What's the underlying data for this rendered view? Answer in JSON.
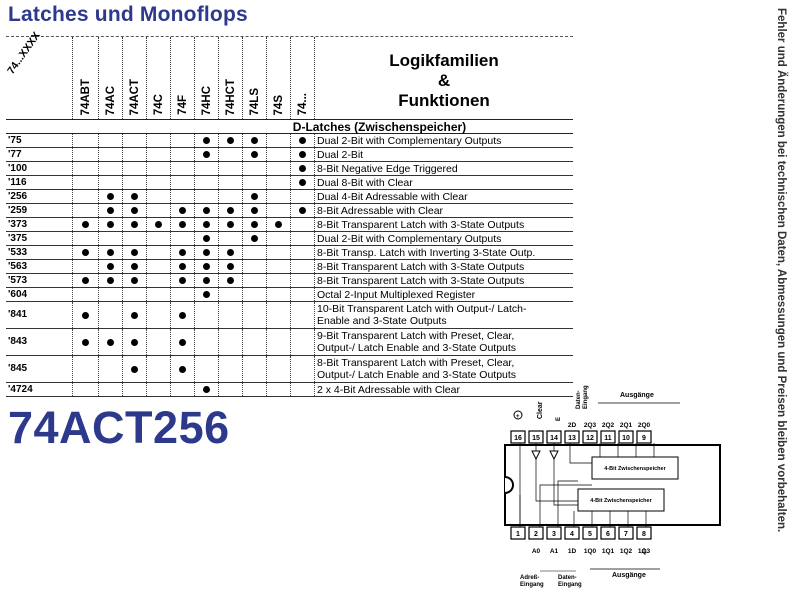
{
  "page_title": "Latches und Monoflops",
  "side_note": "Fehler und Änderungen bei technischen Daten, Abmessungen und Preisen bleiben vorbehalten.",
  "table": {
    "corner_label": "74...XXXX",
    "families": [
      "74ABT",
      "74AC",
      "74ACT",
      "74C",
      "74F",
      "74HC",
      "74HCT",
      "74LS",
      "74S",
      "74..."
    ],
    "function_header": [
      "Logikfamilien",
      "&",
      "Funktionen"
    ],
    "section_title": "D-Latches (Zwischenspeicher)",
    "rows": [
      {
        "part": "'75",
        "dots": [
          0,
          0,
          0,
          0,
          0,
          1,
          1,
          1,
          0,
          1
        ],
        "function": [
          "Dual 2-Bit with Complementary Outputs"
        ]
      },
      {
        "part": "'77",
        "dots": [
          0,
          0,
          0,
          0,
          0,
          1,
          0,
          1,
          0,
          1
        ],
        "function": [
          "Dual 2-Bit"
        ]
      },
      {
        "part": "'100",
        "dots": [
          0,
          0,
          0,
          0,
          0,
          0,
          0,
          0,
          0,
          1
        ],
        "function": [
          "8-Bit Negative Edge Triggered"
        ]
      },
      {
        "part": "'116",
        "dots": [
          0,
          0,
          0,
          0,
          0,
          0,
          0,
          0,
          0,
          1
        ],
        "function": [
          "Dual 8-Bit with Clear"
        ]
      },
      {
        "part": "'256",
        "dots": [
          0,
          1,
          1,
          0,
          0,
          0,
          0,
          1,
          0,
          0
        ],
        "function": [
          "Dual 4-Bit Adressable with Clear"
        ]
      },
      {
        "part": "'259",
        "dots": [
          0,
          1,
          1,
          0,
          1,
          1,
          1,
          1,
          0,
          1
        ],
        "function": [
          "8-Bit Adressable with Clear"
        ]
      },
      {
        "part": "'373",
        "dots": [
          1,
          1,
          1,
          1,
          1,
          1,
          1,
          1,
          1,
          0
        ],
        "function": [
          "8-Bit Transparent Latch with 3-State Outputs"
        ]
      },
      {
        "part": "'375",
        "dots": [
          0,
          0,
          0,
          0,
          0,
          1,
          0,
          1,
          0,
          0
        ],
        "function": [
          "Dual 2-Bit with Complementary Outputs"
        ]
      },
      {
        "part": "'533",
        "dots": [
          1,
          1,
          1,
          0,
          1,
          1,
          1,
          0,
          0,
          0
        ],
        "function": [
          "8-Bit Transp. Latch with Inverting 3-State Outp."
        ]
      },
      {
        "part": "'563",
        "dots": [
          0,
          1,
          1,
          0,
          1,
          1,
          1,
          0,
          0,
          0
        ],
        "function": [
          "8-Bit Transparent Latch with 3-State Outputs"
        ]
      },
      {
        "part": "'573",
        "dots": [
          1,
          1,
          1,
          0,
          1,
          1,
          1,
          0,
          0,
          0
        ],
        "function": [
          "8-Bit Transparent Latch with 3-State Outputs"
        ]
      },
      {
        "part": "'604",
        "dots": [
          0,
          0,
          0,
          0,
          0,
          1,
          0,
          0,
          0,
          0
        ],
        "function": [
          "Octal 2-Input Multiplexed Register"
        ]
      },
      {
        "part": "'841",
        "dots": [
          1,
          0,
          1,
          0,
          1,
          0,
          0,
          0,
          0,
          0
        ],
        "function": [
          "10-Bit Transparent Latch with Output-/ Latch-",
          "Enable and 3-State Outputs"
        ]
      },
      {
        "part": "'843",
        "dots": [
          1,
          1,
          1,
          0,
          1,
          0,
          0,
          0,
          0,
          0
        ],
        "function": [
          "9-Bit Transparent Latch with Preset, Clear,",
          "Output-/ Latch Enable and 3-State Outputs"
        ]
      },
      {
        "part": "'845",
        "dots": [
          0,
          0,
          1,
          0,
          1,
          0,
          0,
          0,
          0,
          0
        ],
        "function": [
          "8-Bit Transparent Latch with Preset, Clear,",
          "Output-/ Latch Enable and 3-State Outputs"
        ]
      },
      {
        "part": "'4724",
        "dots": [
          0,
          0,
          0,
          0,
          0,
          1,
          0,
          0,
          0,
          0
        ],
        "function": [
          "2 x 4-Bit Adressable with Clear"
        ]
      }
    ]
  },
  "part_number": "74ACT256",
  "ic": {
    "top_labels": {
      "clear": "Clear",
      "latch_enable": "Daten-\nEingang",
      "ausgaenge": "Ausgänge",
      "pins": [
        "2D",
        "2Q3",
        "2Q2",
        "2Q1",
        "2Q0"
      ]
    },
    "top_pin_numbers": [
      "16",
      "15",
      "14",
      "13",
      "12",
      "11",
      "10",
      "9"
    ],
    "bottom_pin_numbers": [
      "1",
      "2",
      "3",
      "4",
      "5",
      "6",
      "7",
      "8"
    ],
    "bottom_labels": [
      "A0",
      "A1",
      "1D",
      "1Q0",
      "1Q1",
      "1Q2",
      "1Q3"
    ],
    "bottom_groups": {
      "adress": "Adreß-\nEingang",
      "daten": "Daten-\nEingang",
      "ausgaenge": "Ausgänge"
    },
    "block_upper": "4-Bit Zwischenspeicher",
    "block_lower": "4-Bit Zwischenspeicher"
  }
}
